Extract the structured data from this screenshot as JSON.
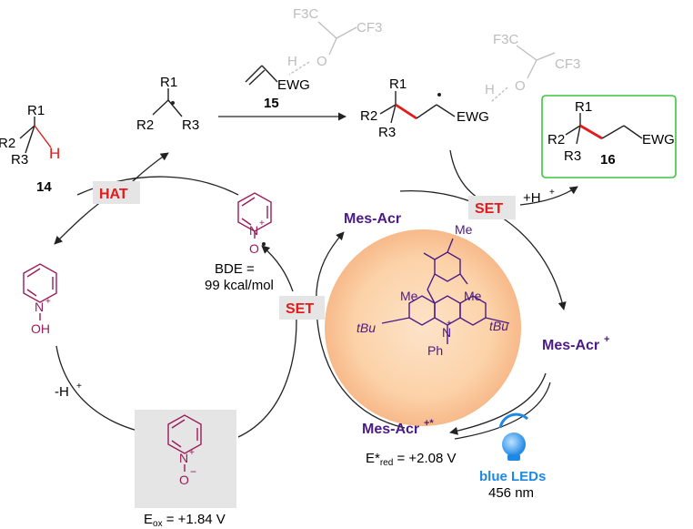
{
  "substrate": {
    "r1": "R1",
    "r2": "R2",
    "r3": "R3",
    "h": "H",
    "number": "14"
  },
  "radical": {
    "r1": "R1",
    "r2": "R2",
    "r3": "R3"
  },
  "alkene": {
    "ewg": "EWG",
    "number": "15"
  },
  "hfip_1": {
    "f3c": "F3C",
    "cf3": "CF3",
    "o": "O",
    "h": "H"
  },
  "hfip_2": {
    "f3c": "F3C",
    "cf3": "CF3",
    "o": "O",
    "h": "H"
  },
  "adduct_radical": {
    "r1": "R1",
    "r2": "R2",
    "r3": "R3",
    "ewg": "EWG"
  },
  "product": {
    "r1": "R1",
    "r2": "R2",
    "r3": "R3",
    "ewg": "EWG",
    "number": "16"
  },
  "labels": {
    "hat": "HAT",
    "set_left": "SET",
    "set_right": "SET",
    "plus_h": "+H",
    "minus_h": "-H"
  },
  "n_oxyl": {
    "n": "N",
    "o": "O",
    "bde_label": "BDE =",
    "bde_value": "99 kcal/mol"
  },
  "n_hydroxy": {
    "n": "N",
    "oh": "OH"
  },
  "n_oxide": {
    "n": "N",
    "o": "O",
    "eox_label": "E",
    "eox_sub": "ox",
    "eox_value": " = +1.84 V"
  },
  "catalyst": {
    "mes_acr": "Mes-Acr",
    "mes_acr_plus": "Mes-Acr",
    "mes_acr_star": "Mes-Acr",
    "me": "Me",
    "tbu": "tBu",
    "ph": "Ph",
    "n": "N",
    "ered_label": "E*",
    "ered_sub": "red",
    "ered_value": " = +2.08 V"
  },
  "light": {
    "label": "blue LEDs",
    "wavelength": "456 nm"
  },
  "colors": {
    "red": "#e41a1c",
    "purple": "#4b1b86",
    "magenta": "#9b1b5a",
    "gray": "#bdbdbd",
    "green": "#3ec43e",
    "blue": "#1e88e5",
    "orb": "#fbc99a"
  }
}
